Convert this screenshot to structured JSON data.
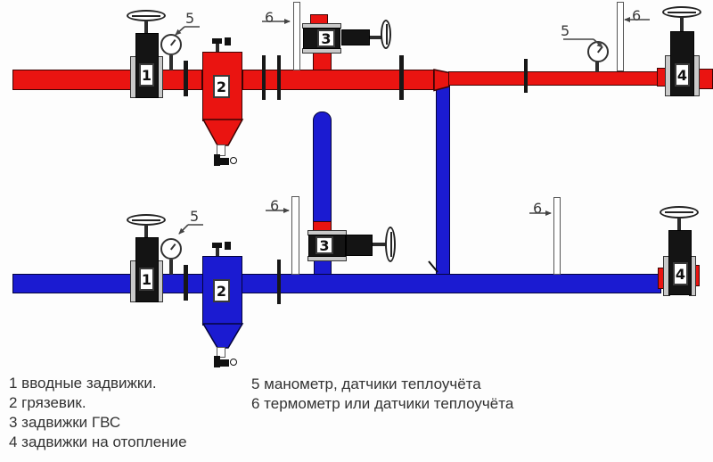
{
  "colors": {
    "supply": "#ea1411",
    "return": "#1b1bd1",
    "valve": "#141414",
    "flange": "#c9c9c9"
  },
  "markers": {
    "inlet_valve": "1",
    "dirt_trap": "2",
    "dhw_valve": "3",
    "heating_valve": "4",
    "pressure_gauge": "5",
    "thermometer": "6"
  },
  "legend": {
    "left": [
      "1 вводные задвижки.",
      "2 грязевик.",
      "3 задвижки ГВС",
      "4 задвижки на отопление"
    ],
    "right": [
      "5 манометр, датчики теплоучёта",
      "6 термометр или датчики теплоучёта"
    ]
  }
}
